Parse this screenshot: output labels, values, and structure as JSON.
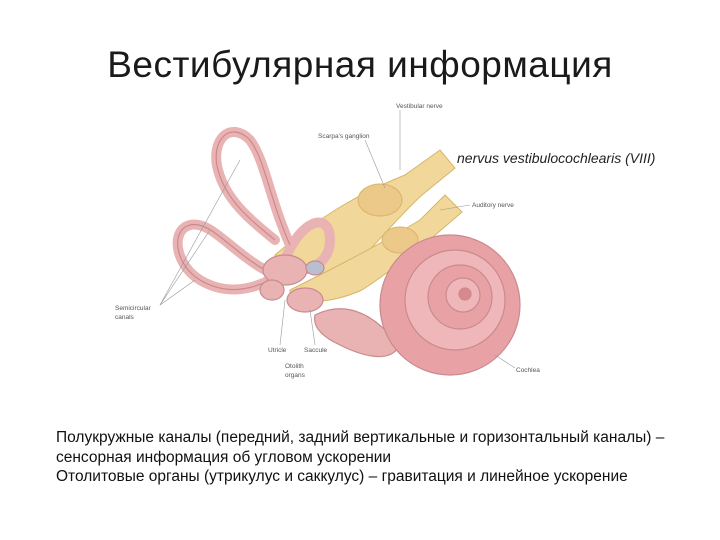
{
  "title": "Вестибулярная информация",
  "figure": {
    "labels": {
      "vestibular_nerve": "Vestibular nerve",
      "scarpas_ganglion": "Scarpa's ganglion",
      "auditory_nerve": "Auditory nerve",
      "semicircular_canals_1": "Semicircular",
      "semicircular_canals_2": "canals",
      "utricle": "Utricle",
      "saccule": "Saccule",
      "otolith_organs_1": "Otolith",
      "otolith_organs_2": "organs",
      "cochlea": "Cochlea"
    },
    "colors": {
      "labyrinth": "#e9b3b3",
      "labyrinth_dark": "#c98a8e",
      "nerve": "#f1d79a",
      "cochlea": "#e8a2a6"
    }
  },
  "nerve_caption": "nervus vestibulocochlearis (VIII)",
  "body": {
    "line1": "Полукружные каналы (передний, задний вертикальные и горизонтальный каналы) – сенсорная информация об угловом ускорении",
    "line2": "Отолитовые органы (утрикулус и саккулус) – гравитация и линейное ускорение"
  }
}
